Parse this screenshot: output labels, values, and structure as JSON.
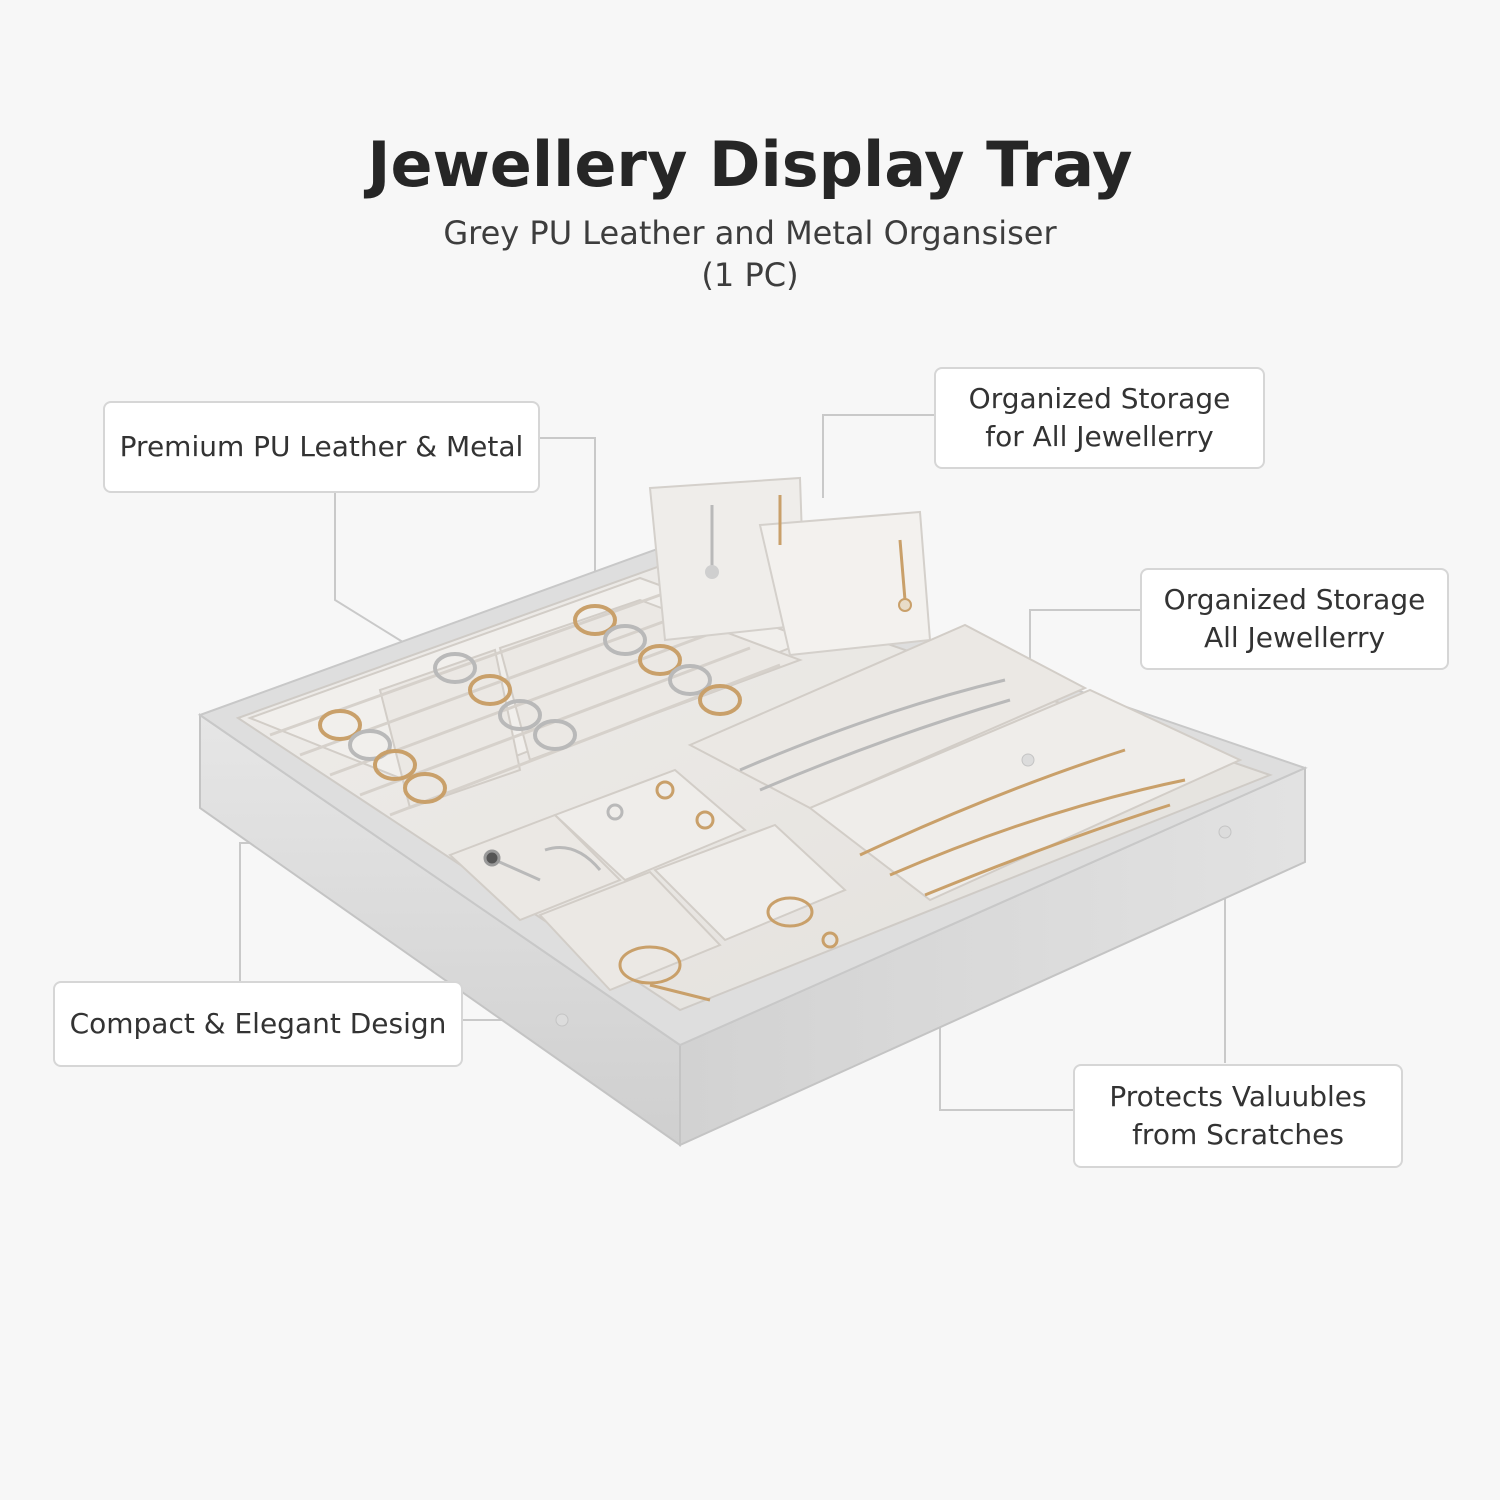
{
  "header": {
    "title": "Jewellery Display Tray",
    "subtitle_line1": "Grey PU Leather and Metal Organsiser",
    "subtitle_line2": "(1 PC)"
  },
  "callouts": {
    "premium": {
      "line1": "Premium PU Leather & Metal"
    },
    "storage_top": {
      "line1": "Organized Storage",
      "line2": "for All Jewellerry"
    },
    "storage_right": {
      "line1": "Organized Storage",
      "line2": "All Jewellerry"
    },
    "compact": {
      "line1": "Compact & Elegant Design"
    },
    "protects": {
      "line1": "Protects Valuubles",
      "line2": "from Scratches"
    }
  },
  "colors": {
    "background": "#f7f7f7",
    "tray_leather": "#dcdcdc",
    "tray_velvet": "#ebe9e6",
    "gold": "#c9a06a",
    "silver": "#b9b9b9"
  }
}
